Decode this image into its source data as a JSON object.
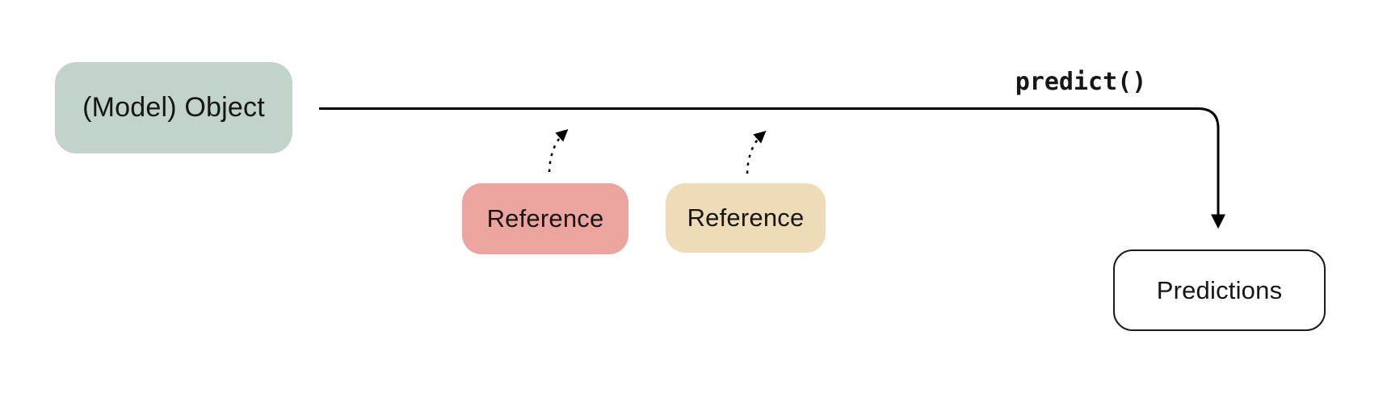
{
  "diagram": {
    "nodes": {
      "model": {
        "label": "(Model) Object",
        "fill": "#c2d3ca"
      },
      "reference_1": {
        "label": "Reference",
        "fill": "#eca59e"
      },
      "reference_2": {
        "label": "Reference",
        "fill": "#eddcb7"
      },
      "predictions": {
        "label": "Predictions",
        "fill": "#ffffff",
        "border_color": "#1c1c1c"
      }
    },
    "annotations": {
      "method_label": "predict()"
    },
    "connectors": {
      "line_color": "#000000",
      "main_flow": "model-to-predictions",
      "dashed_arrows_count": "2"
    }
  }
}
